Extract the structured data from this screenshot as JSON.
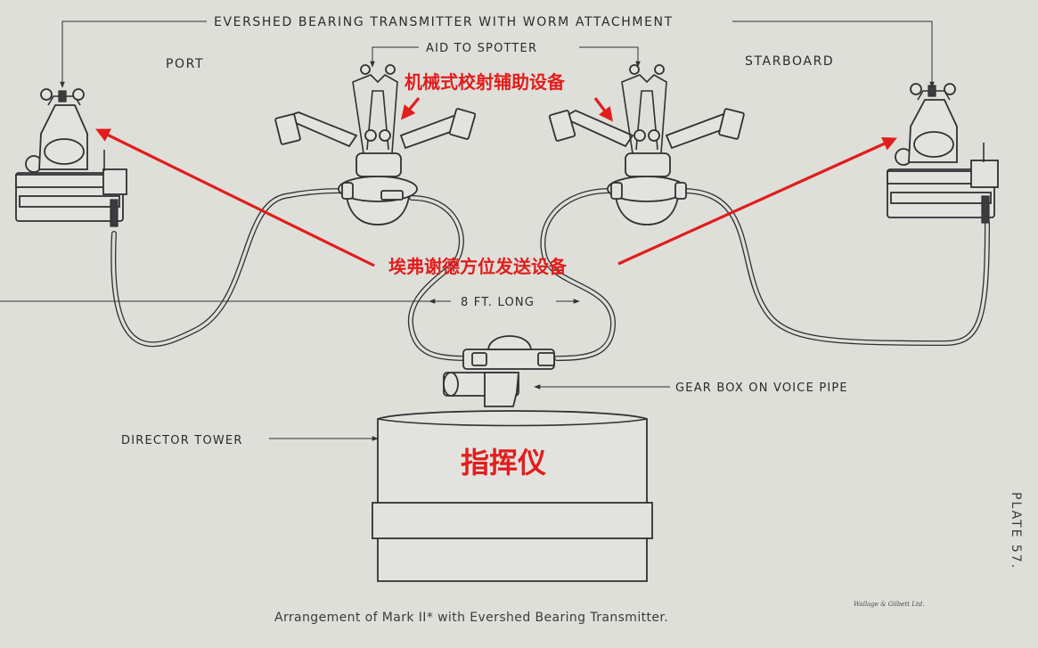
{
  "labels": {
    "evershed_transmitter": "EVERSHED BEARING TRANSMITTER WITH WORM ATTACHMENT",
    "aid_to_spotter": "AID TO SPOTTER",
    "port": "PORT",
    "starboard": "STARBOARD",
    "length": "8 FT. LONG",
    "gear_box": "GEAR BOX ON VOICE PIPE",
    "director_tower": "DIRECTOR TOWER",
    "caption": "Arrangement of Mark II* with Evershed Bearing Transmitter.",
    "printer": "Wallage & Gilbett Ltd.",
    "plate": "PLATE 57."
  },
  "annotations": {
    "spotter_aid_cn": "机械式校射辅助设备",
    "transmitter_cn": "埃弗谢德方位发送设备",
    "director_cn": "指挥仪"
  },
  "colors": {
    "annotation": "#e21d1d",
    "paper": "#dedfd9",
    "ink": "#2f3133"
  }
}
